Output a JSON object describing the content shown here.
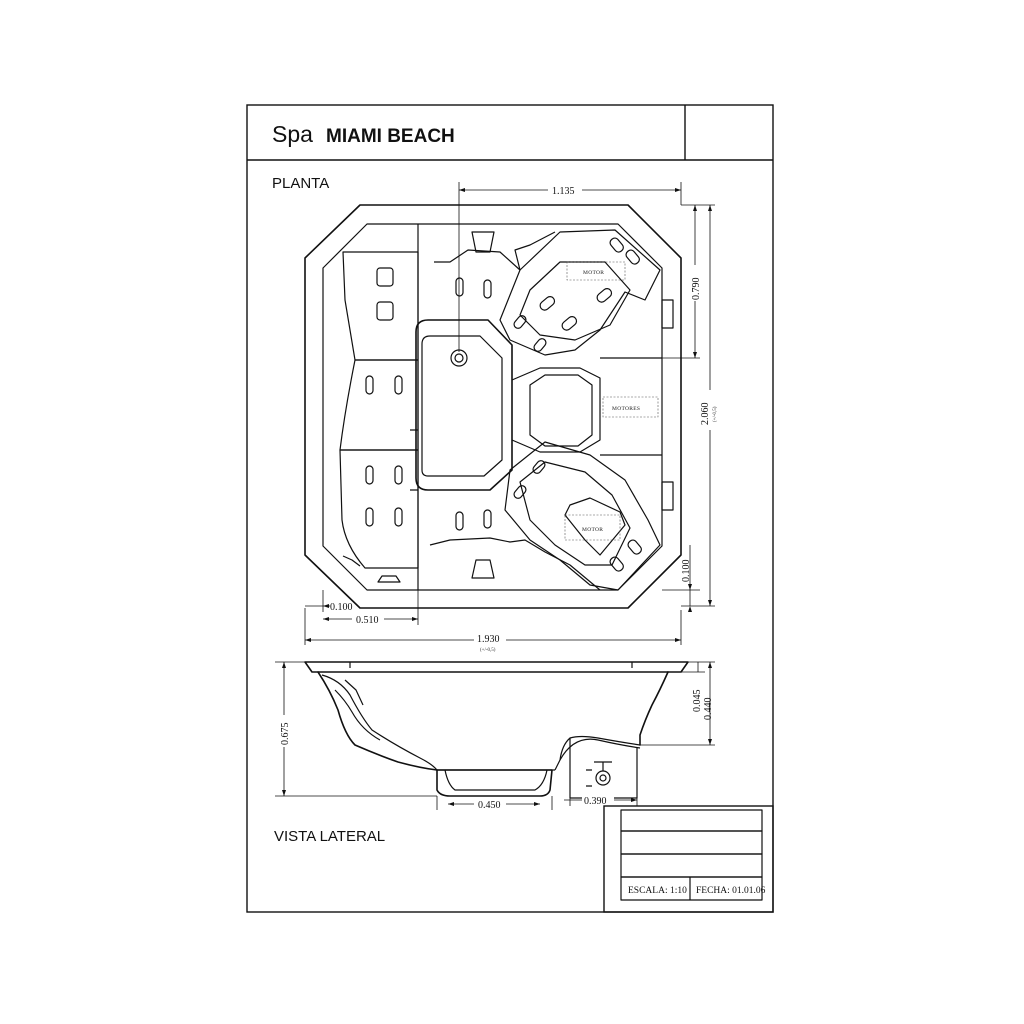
{
  "title": {
    "prefix": "Spa",
    "name": "MIAMI BEACH"
  },
  "sections": {
    "plan": "PLANTA",
    "side": "VISTA LATERAL"
  },
  "plan_dimensions": {
    "top_width": "1.135",
    "right_upper": "0.790",
    "right_total": "2.060",
    "right_total_tol": "(+/-0,5)",
    "right_lower": "0.100",
    "bottom_left_inner": "0.100",
    "bottom_left": "0.510",
    "bottom_total": "1.930",
    "bottom_total_tol": "(+/-0,5)"
  },
  "side_dimensions": {
    "height": "0.675",
    "rim": "0.045",
    "step": "0.440",
    "foot": "0.450",
    "motor": "0.390"
  },
  "labels": {
    "motor_top": "MOTOR",
    "motores": "MOTORES",
    "motor_bottom": "MOTOR"
  },
  "title_block": {
    "scale": "ESCALA: 1:10",
    "date": "FECHA: 01.01.06"
  }
}
